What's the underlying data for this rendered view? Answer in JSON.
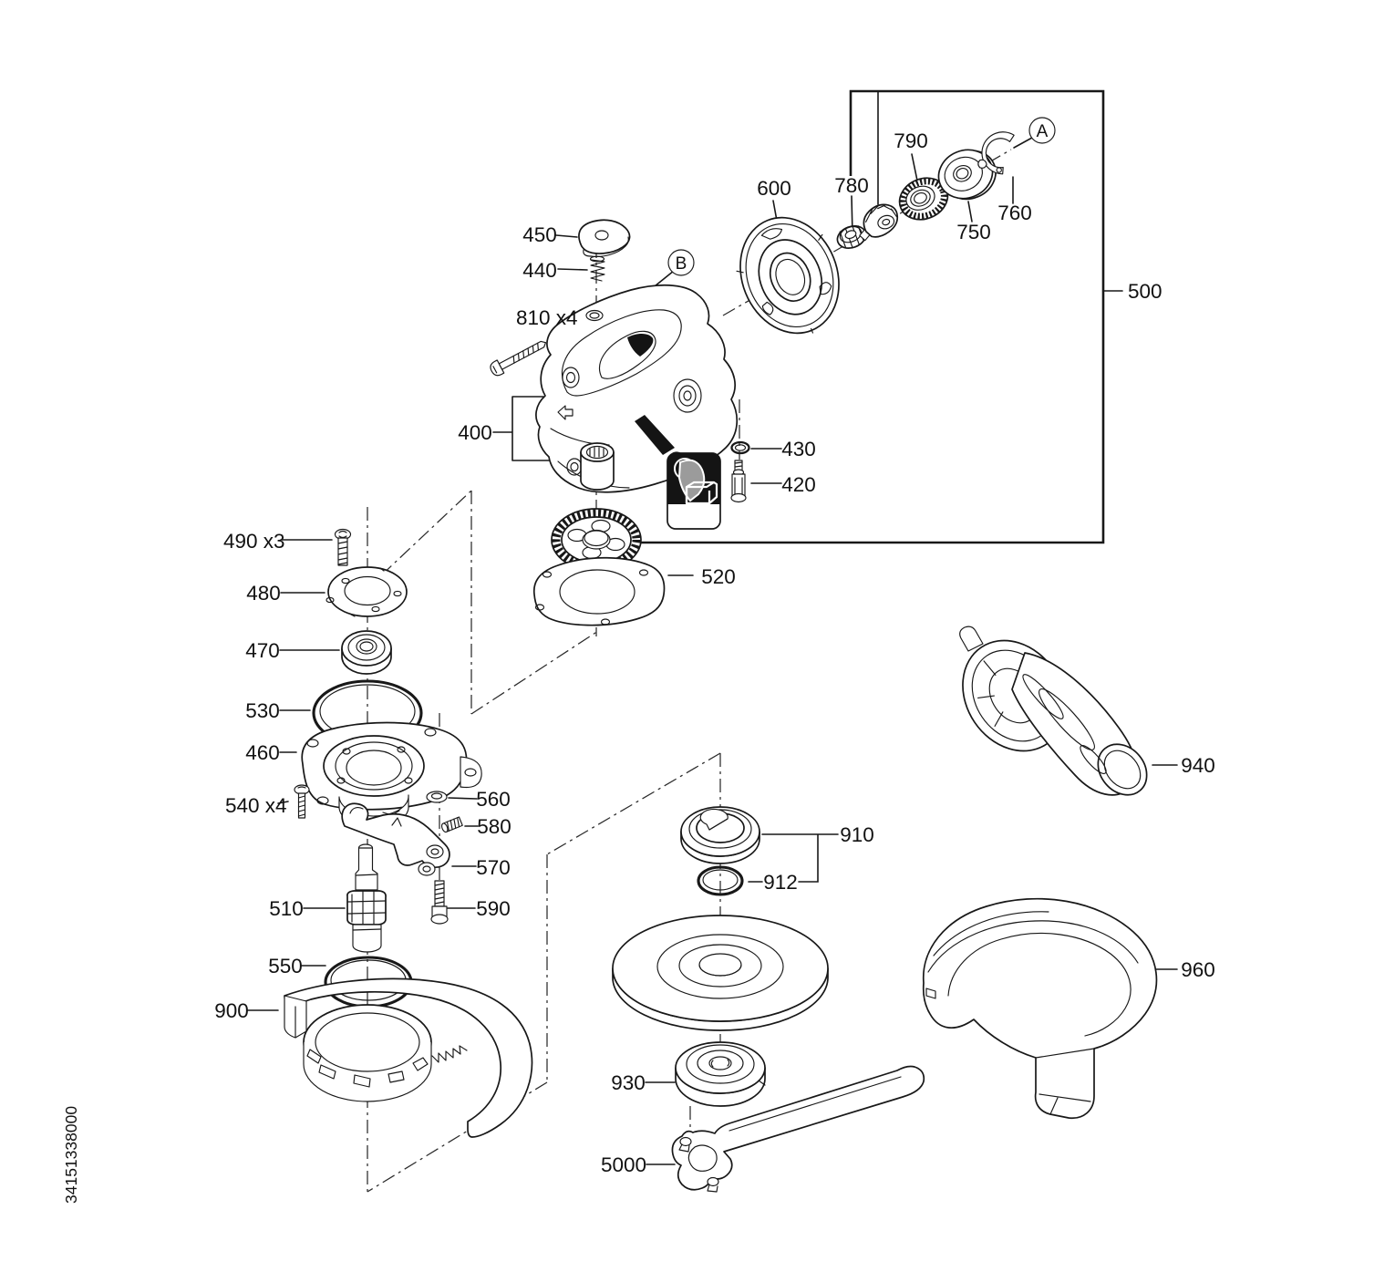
{
  "figure": {
    "code": "34151338000"
  },
  "callouts": {
    "a": "A",
    "b": "B"
  },
  "labels": {
    "n400": "400",
    "n420": "420",
    "n430": "430",
    "n440": "440",
    "n450": "450",
    "n460": "460",
    "n470": "470",
    "n480": "480",
    "n490": "490 x3",
    "n500": "500",
    "n510": "510",
    "n520": "520",
    "n530": "530",
    "n540": "540 x4",
    "n550": "550",
    "n560": "560",
    "n570": "570",
    "n580": "580",
    "n590": "590",
    "n600": "600",
    "n750": "750",
    "n760": "760",
    "n780": "780",
    "n790": "790",
    "n810": "810 x4",
    "n900": "900",
    "n910": "910",
    "n912": "912",
    "n930": "930",
    "n940": "940",
    "n960": "960",
    "n5000": "5000"
  }
}
